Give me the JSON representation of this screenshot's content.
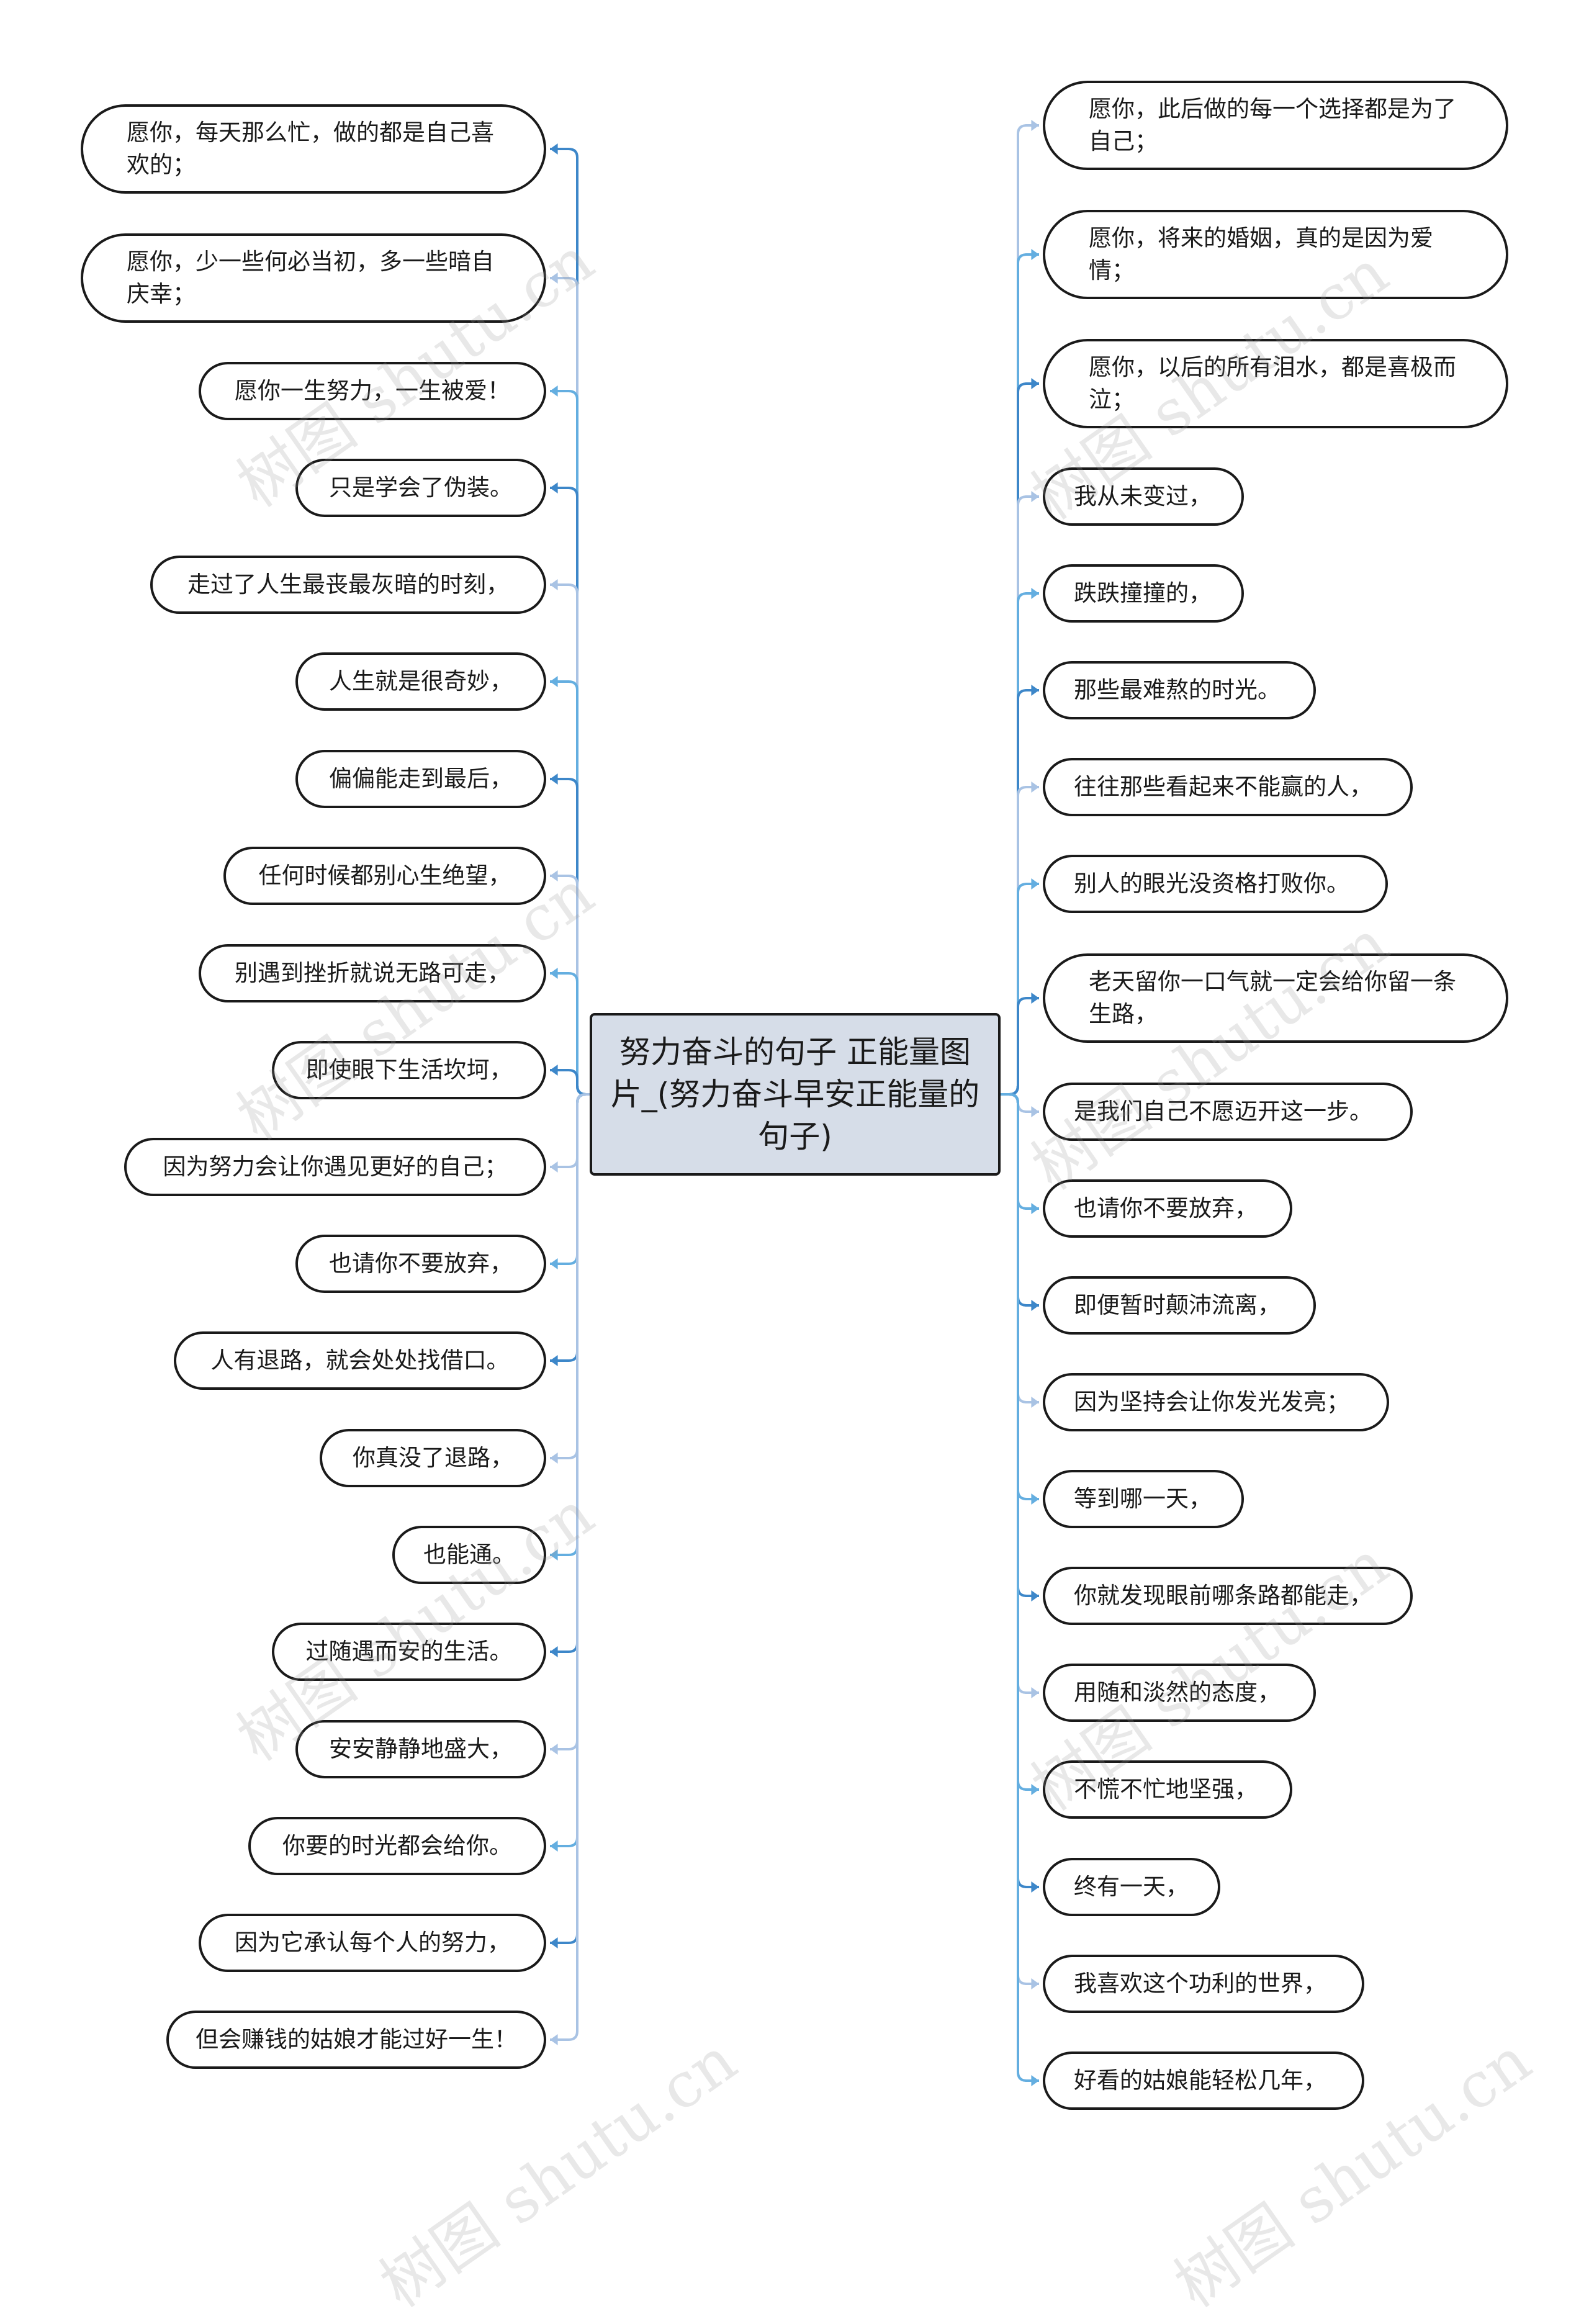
{
  "center": {
    "title": "努力奋斗的句子 正能量图片_(努力奋斗早安正能量的句子)"
  },
  "left_nodes": [
    "愿你，每天那么忙，做的都是自己喜欢的；",
    "愿你，少一些何必当初，多一些暗自庆幸；",
    "愿你一生努力，一生被爱！",
    "只是学会了伪装。",
    "走过了人生最丧最灰暗的时刻，",
    "人生就是很奇妙，",
    "偏偏能走到最后，",
    "任何时候都别心生绝望，",
    "别遇到挫折就说无路可走，",
    "即使眼下生活坎坷，",
    "因为努力会让你遇见更好的自己；",
    "也请你不要放弃，",
    "人有退路，就会处处找借口。",
    "你真没了退路，",
    "也能通。",
    "过随遇而安的生活。",
    "安安静静地盛大，",
    "你要的时光都会给你。",
    "因为它承认每个人的努力，",
    "但会赚钱的姑娘才能过好一生！"
  ],
  "right_nodes": [
    "愿你，此后做的每一个选择都是为了自己；",
    "愿你，将来的婚姻，真的是因为爱情；",
    "愿你，以后的所有泪水，都是喜极而泣；",
    "我从未变过，",
    "跌跌撞撞的，",
    "那些最难熬的时光。",
    "往往那些看起来不能赢的人，",
    "别人的眼光没资格打败你。",
    "老天留你一口气就一定会给你留一条生路，",
    "是我们自己不愿迈开这一步。",
    "也请你不要放弃，",
    "即便暂时颠沛流离，",
    "因为坚持会让你发光发亮；",
    "等到哪一天，",
    "你就发现眼前哪条路都能走，",
    "用随和淡然的态度，",
    "不慌不忙地坚强，",
    "终有一天，",
    "我喜欢这个功利的世界，",
    "好看的姑娘能轻松几年，"
  ],
  "watermark": "树图 shutu.cn",
  "colors": {
    "center_fill": "#d6dde8",
    "connector_light": "#a9c3e4",
    "connector_mid": "#64aee0",
    "connector_dark": "#3d87c9"
  }
}
